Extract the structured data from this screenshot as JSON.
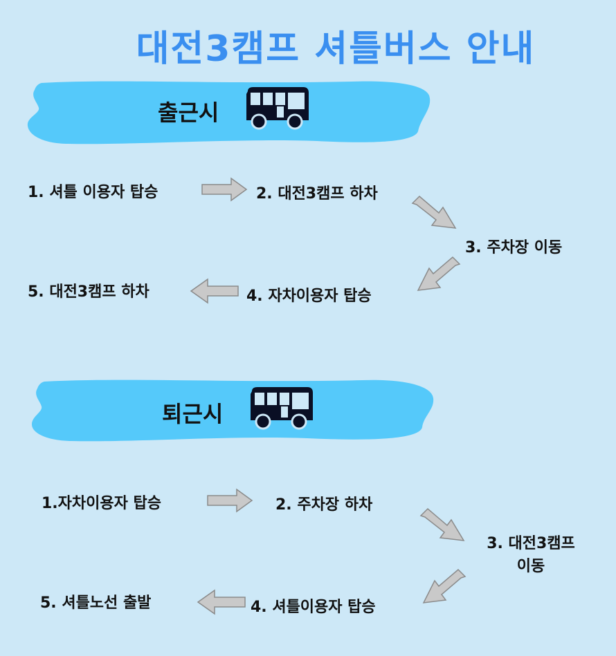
{
  "colors": {
    "background": "#cde8f7",
    "title": "#3a8ff0",
    "banner": "#55c9fa",
    "arrow_fill": "#c9c9c9",
    "arrow_stroke": "#8a8a8a",
    "bus": "#0a0f24"
  },
  "title": "대전3캠프 셔틀버스 안내",
  "morning": {
    "label": "출근시",
    "icon": "bus-icon",
    "steps": [
      "1. 셔틀 이용자 탑승",
      "2. 대전3캠프 하차",
      "3. 주차장 이동",
      "4. 자차이용자 탑승",
      "5. 대전3캠프 하차"
    ]
  },
  "evening": {
    "label": "퇴근시",
    "icon": "bus-icon",
    "steps": [
      "1.자차이용자 탑승",
      "2. 주차장 하차",
      "3. 대전3캠프 이동",
      "4. 셔틀이용자 탑승",
      "5. 셔틀노선 출발"
    ],
    "step3_lines": [
      "3. 대전3캠프",
      "이동"
    ]
  }
}
